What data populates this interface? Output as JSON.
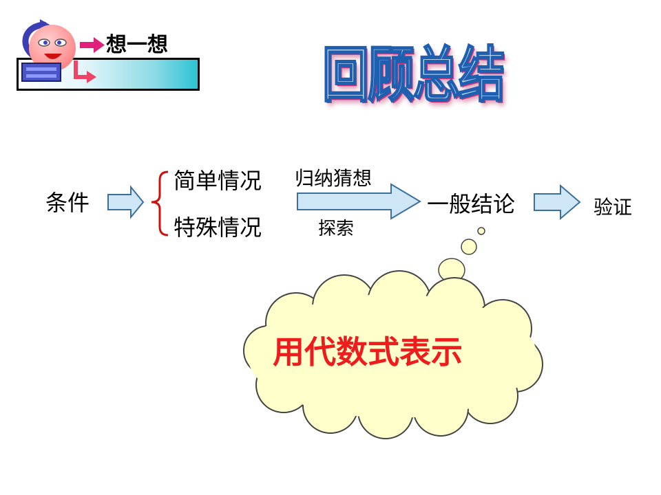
{
  "badge": {
    "label": "想一想"
  },
  "title": "回顾总结",
  "flow": {
    "condition": "条件",
    "cases": [
      "简单情况",
      "特殊情况"
    ],
    "method_top": "归纳猜想",
    "method_bottom": "探索",
    "conclusion": "一般结论",
    "verify": "验证"
  },
  "thought": "用代数式表示",
  "colors": {
    "arrow_fill": "#cfe6f7",
    "arrow_stroke": "#3a6f9a",
    "brace": "#cc1111",
    "cloud_fill": "#ffffcc",
    "cloud_text": "#ee1c1c",
    "title_fill": "#cfe6ff",
    "title_stroke": "#1f5fb0"
  },
  "icons": [
    "smiley-face-icon",
    "curved-arrow-icon",
    "pink-right-arrow-icon",
    "blue-bar-icon",
    "red-turn-arrow-icon"
  ]
}
